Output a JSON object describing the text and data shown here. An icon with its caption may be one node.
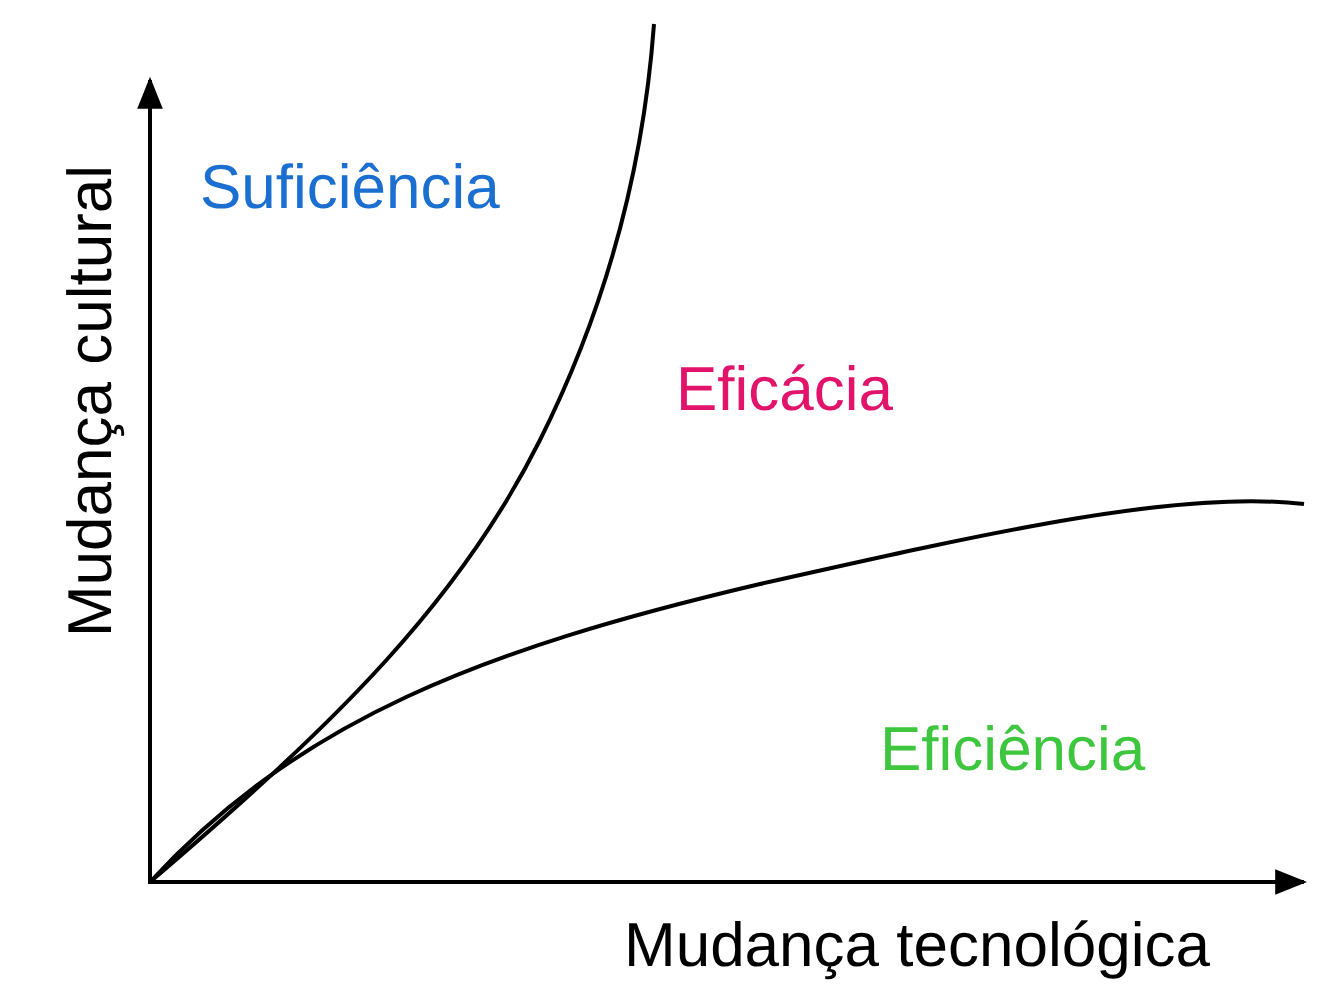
{
  "diagram": {
    "labels": [
      "Suficiência",
      "Eficácia",
      "Eficiência",
      "Mudança cultural",
      "Mudança tecnológica"
    ]
  }
}
